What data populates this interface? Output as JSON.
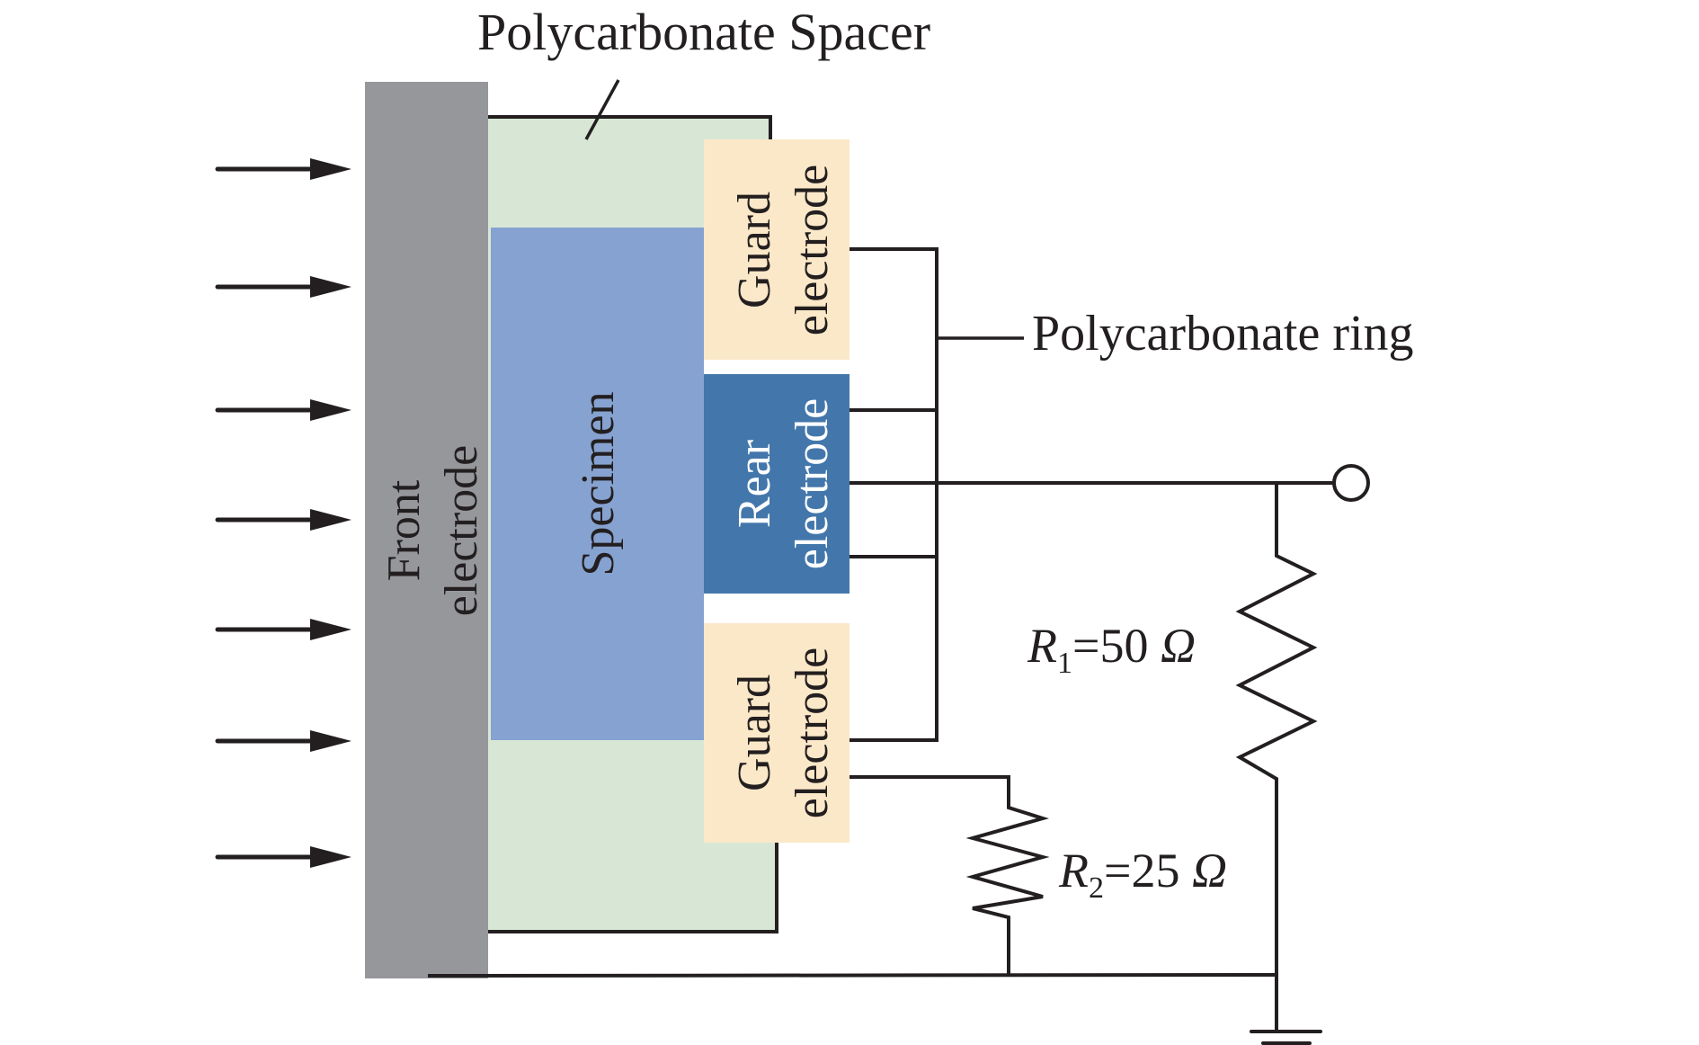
{
  "diagram": {
    "title_label": "Polycarbonate Spacer",
    "ring_label": "Polycarbonate ring",
    "front_electrode": [
      "Front",
      "electrode"
    ],
    "specimen": "Specimen",
    "guard_electrode_top": [
      "Guard",
      "electrode"
    ],
    "rear_electrode": [
      "Rear",
      "electrode"
    ],
    "guard_electrode_bottom": [
      "Guard",
      "electrode"
    ],
    "r1": {
      "symbol": "R",
      "subscript": "1",
      "value": "=50 ",
      "unit": "Ω"
    },
    "r2": {
      "symbol": "R",
      "subscript": "2",
      "value": "=25 ",
      "unit": "Ω"
    },
    "incident_arrows": 7,
    "colors": {
      "front_electrode": "#96979b",
      "spacer": "#d8e7d5",
      "specimen": "#86a2d0",
      "guard_electrode": "#fbe8c8",
      "rear_electrode": "#4377ab",
      "line": "#231f20"
    }
  }
}
